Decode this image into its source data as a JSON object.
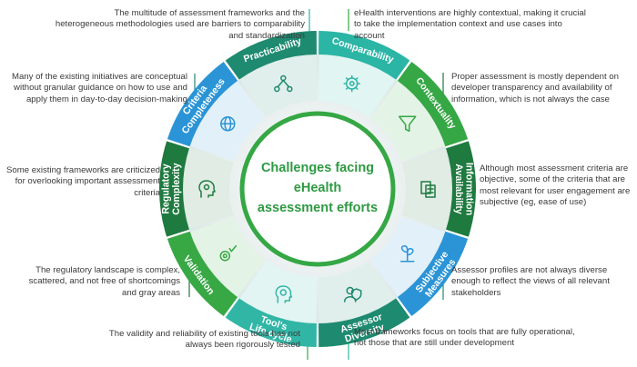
{
  "center_title": [
    "Challenges facing",
    "eHealth",
    "assessment efforts"
  ],
  "segments": [
    {
      "key": "comparability",
      "label": [
        "Comparability"
      ],
      "color": "#2bb5a5",
      "icon": "gear-chart-icon",
      "text": "The multitude of assessment frameworks and the heterogeneous methodologies used are barriers to comparability and standardization"
    },
    {
      "key": "contextuality",
      "label": [
        "Contextuality"
      ],
      "color": "#35a744",
      "icon": "filter-funnel-icon",
      "text": "eHealth interventions are highly contextual, making it crucial to take the implementation context and use cases into account"
    },
    {
      "key": "information-availability",
      "label": [
        "Information",
        "Availability"
      ],
      "color": "#1e7a3f",
      "icon": "documents-icon",
      "text": "Proper assessment is mostly dependent on developer transparency and availability of information, which is not always the case"
    },
    {
      "key": "subjective-measures",
      "label": [
        "Subjective",
        "Measures"
      ],
      "color": "#2b94d6",
      "icon": "growing-plant-icon",
      "text": "Although most assessment criteria are objective, some of the criteria that are most relevant for user engagement are subjective (eg, ease of use)"
    },
    {
      "key": "assessor-diversity",
      "label": [
        "Assessor",
        "Diversity"
      ],
      "color": "#1e8a70",
      "icon": "security-person-icon",
      "text": "Assessor profiles are not always diverse enough to reflect the views of all relevant stakeholders"
    },
    {
      "key": "tools-life-cycle",
      "label": [
        "Tool's",
        "Life cycle"
      ],
      "color": "#31b6a6",
      "icon": "head-lightbulb-icon",
      "text": "Most frameworks focus on tools that are fully operational, not those that are still under development"
    },
    {
      "key": "validation",
      "label": [
        "Validation"
      ],
      "color": "#38a845",
      "icon": "check-gears-icon",
      "text": "The validity and reliability of existing tools has not always been rigorously tested"
    },
    {
      "key": "regulatory-complexity",
      "label": [
        "Regulatory",
        "Complexity"
      ],
      "color": "#1f7a3f",
      "icon": "head-gears-icon",
      "text": "The regulatory landscape is complex, scattered, and not free of shortcomings and gray areas"
    },
    {
      "key": "criteria-completeness",
      "label": [
        "Criteria",
        "Completeness"
      ],
      "color": "#2b94d6",
      "icon": "globe-gear-icon",
      "text": "Some existing frameworks are criticized for overlooking important assessment criteria"
    },
    {
      "key": "practicability",
      "label": [
        "Practicability"
      ],
      "color": "#1e8a70",
      "icon": "network-hierarchy-icon",
      "text": "Many of the existing initiatives are conceptual without granular guidance on how to use and apply them in day-to-day decision-making"
    }
  ]
}
